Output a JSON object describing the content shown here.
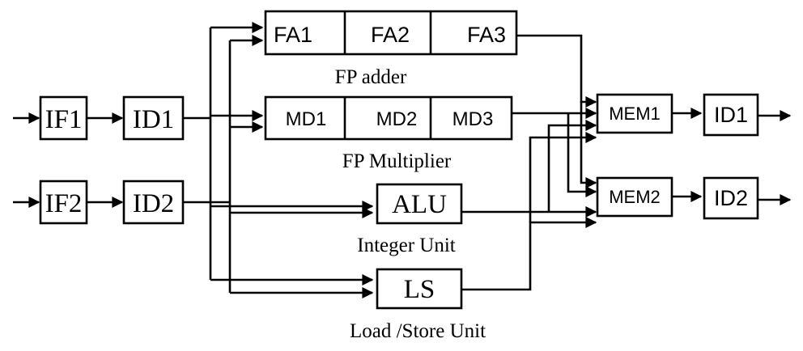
{
  "stages": {
    "if1": "IF1",
    "id1_decode": "ID1",
    "if2": "IF2",
    "id2_decode": "ID2"
  },
  "fp_adder": {
    "segments": [
      "FA1",
      "FA2",
      "FA3"
    ],
    "caption": "FP adder"
  },
  "fp_multiplier": {
    "segments": [
      "MD1",
      "MD2",
      "MD3"
    ],
    "caption": "FP Multiplier"
  },
  "integer_unit": {
    "label": "ALU",
    "caption": "Integer Unit"
  },
  "load_store_unit": {
    "label": "LS",
    "caption": "Load /Store Unit"
  },
  "memory": {
    "mem1": "MEM1",
    "mem2": "MEM2"
  },
  "outputs": {
    "id1_out": "ID1",
    "id2_out": "ID2"
  }
}
